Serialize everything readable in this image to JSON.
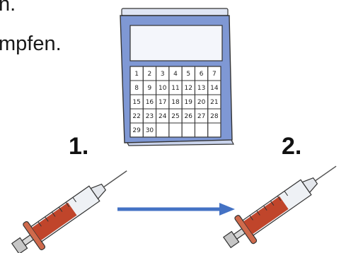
{
  "text": {
    "line1": "n.",
    "line2": "mpfen."
  },
  "calendar": {
    "weeks": [
      [
        "1",
        "2",
        "3",
        "4",
        "5",
        "6",
        "7"
      ],
      [
        "8",
        "9",
        "10",
        "11",
        "12",
        "13",
        "14"
      ],
      [
        "15",
        "16",
        "17",
        "18",
        "19",
        "20",
        "21"
      ],
      [
        "22",
        "23",
        "24",
        "25",
        "26",
        "27",
        "28"
      ],
      [
        "29",
        "30",
        "",
        "",
        "",
        "",
        ""
      ]
    ]
  },
  "steps": {
    "first": "1.",
    "second": "2."
  },
  "colors": {
    "calendar_blue": "#6f89c9",
    "arrow_blue": "#4472c4",
    "syringe_red": "#c0452b"
  },
  "icons": [
    "calendar-icon",
    "syringe-icon",
    "arrow-right-icon"
  ]
}
